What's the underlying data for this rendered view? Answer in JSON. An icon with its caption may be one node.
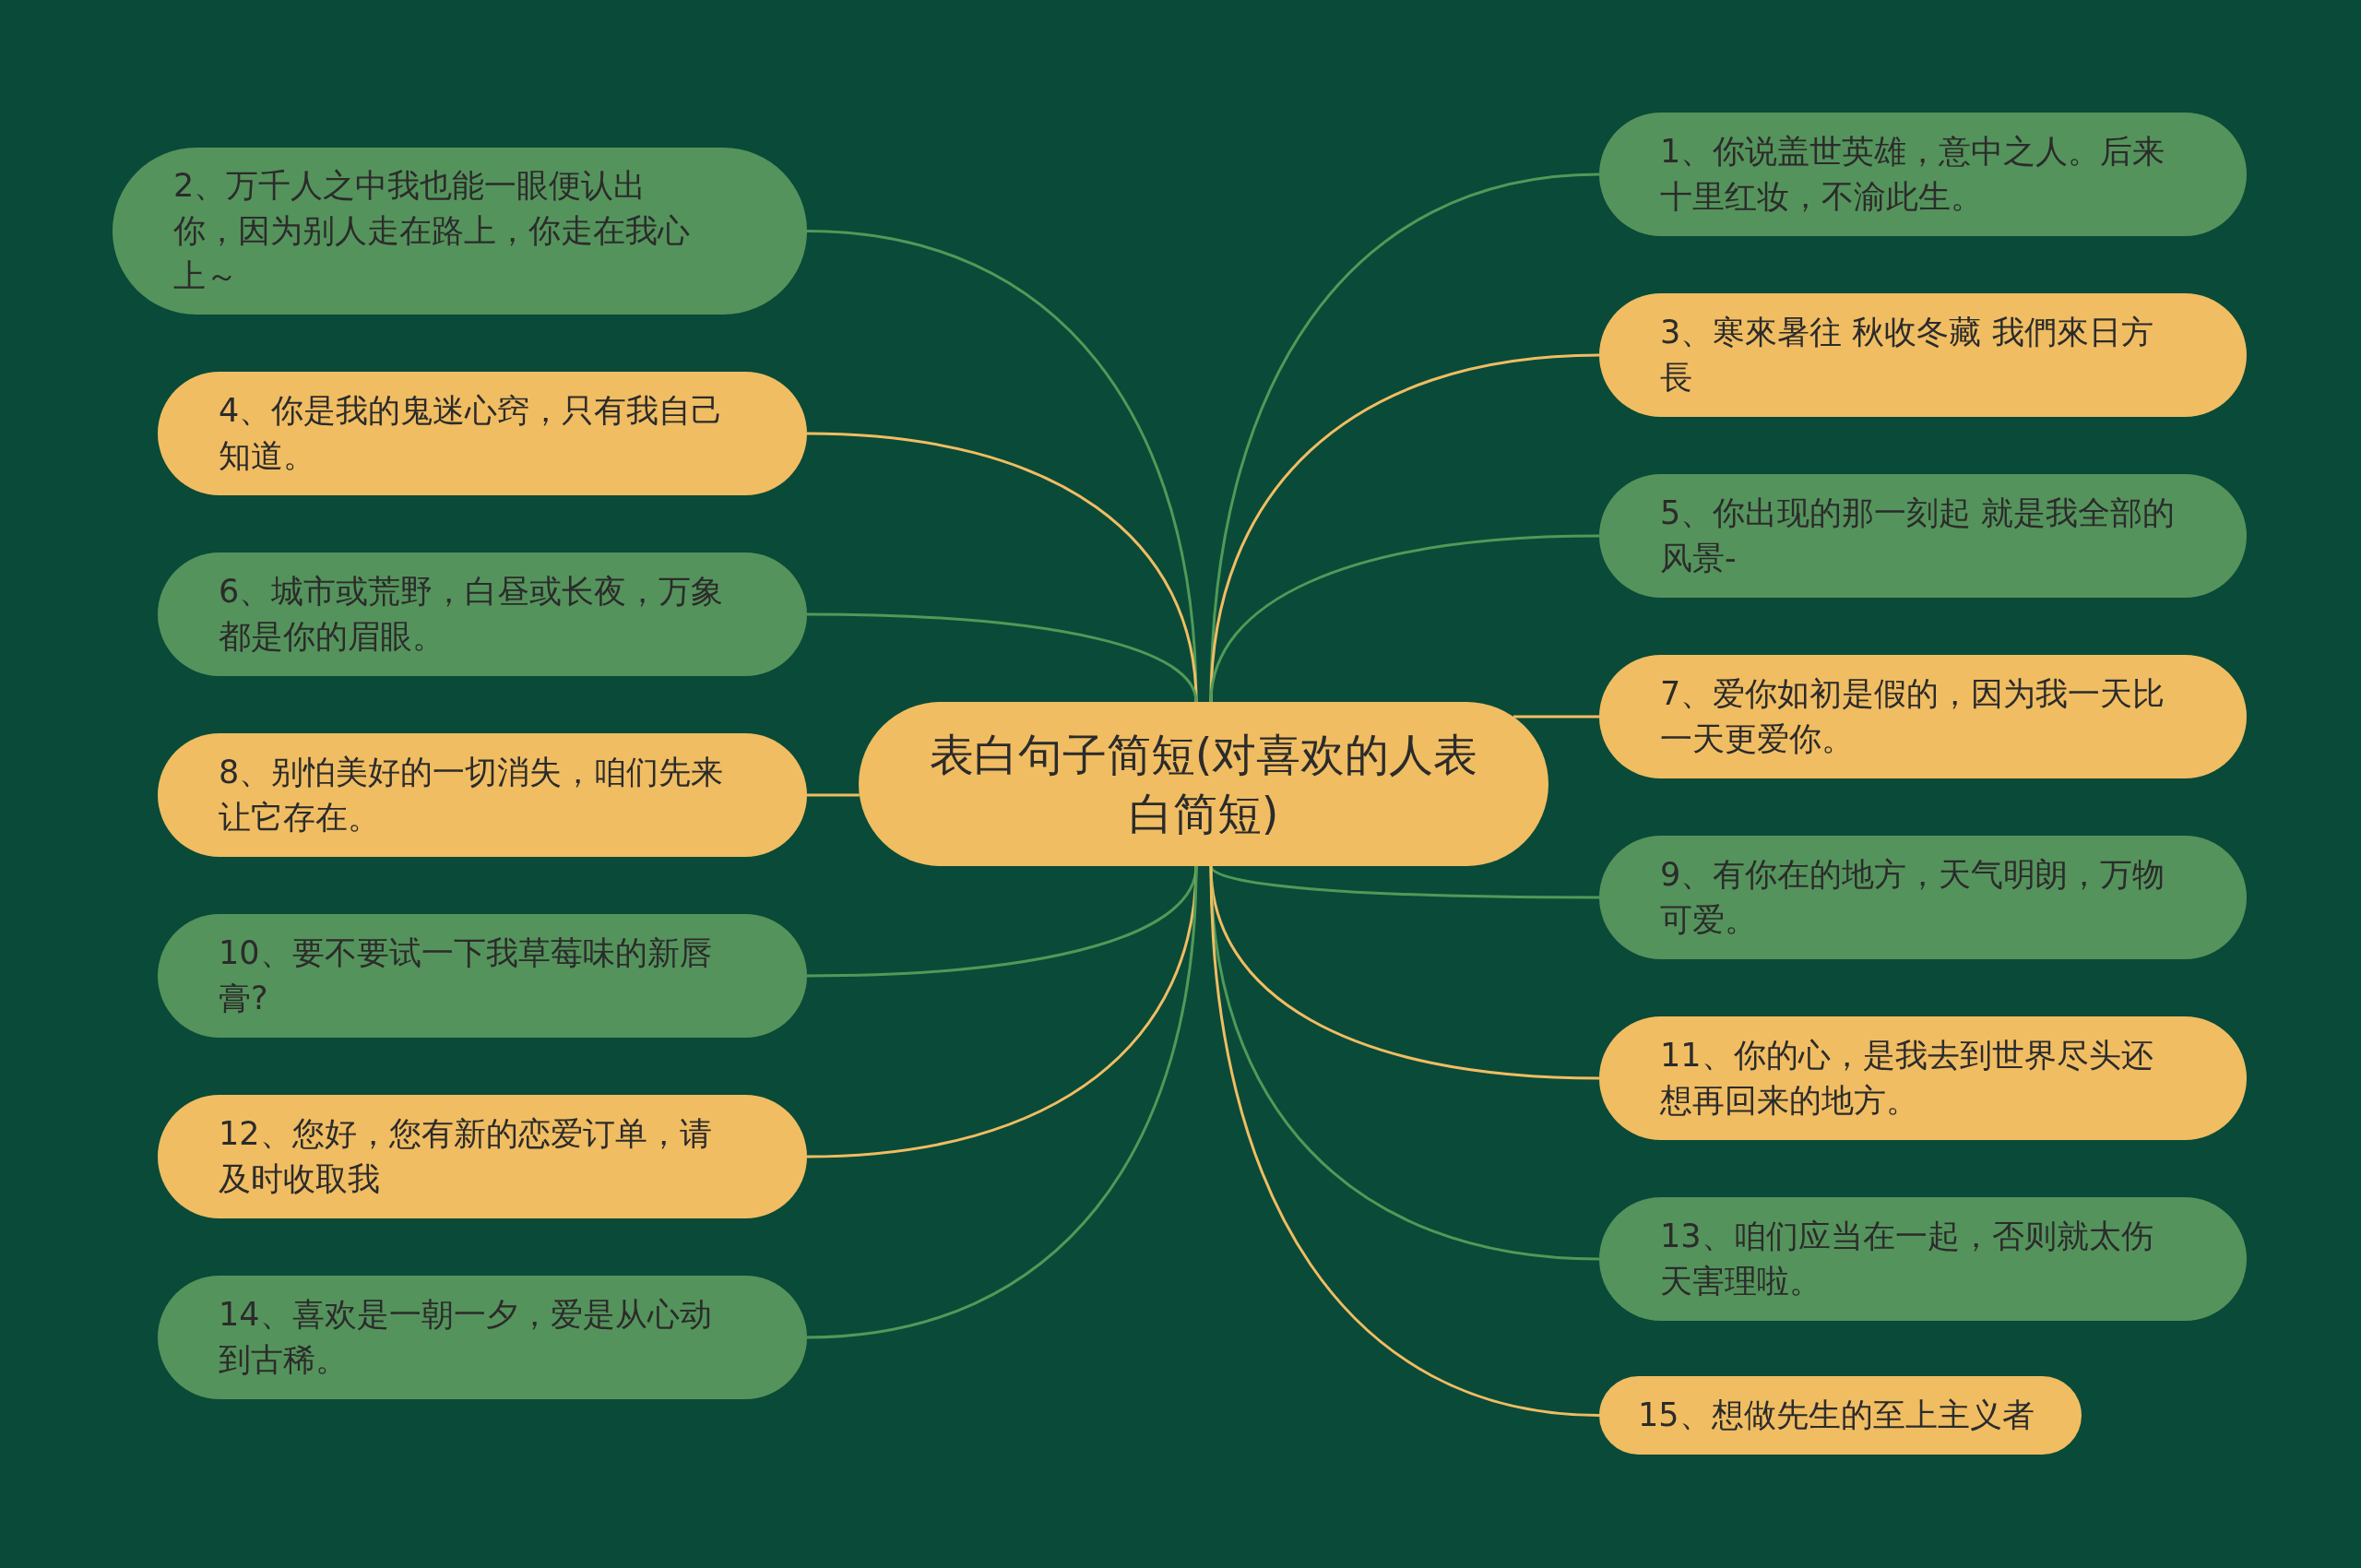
{
  "diagram": {
    "nodes": [
      {
        "text": [
          "表白句子简短(对喜欢的人表白简短)"
        ]
      },
      {
        "text": [
          "1、你说盖世英雄，意中之人。后来十里红妆，不渝此生。"
        ]
      },
      {
        "text": [
          "2、万千人之中我也能一眼便认出你，因为别人走在路上，你走在我心上～"
        ]
      },
      {
        "text": [
          "3、寒來暑往 秋收冬藏 我們來日方長"
        ]
      },
      {
        "text": [
          "4、你是我的鬼迷心窍，只有我自己知道。"
        ]
      },
      {
        "text": [
          "5、你出现的那一刻起 就是我全部的风景-"
        ]
      },
      {
        "text": [
          "6、城市或荒野，白昼或长夜，万象都是你的眉眼。"
        ]
      },
      {
        "text": [
          "7、爱你如初是假的，因为我一天比一天更爱你。"
        ]
      },
      {
        "text": [
          "8、别怕美好的一切消失，咱们先来让它存在。"
        ]
      },
      {
        "text": [
          "9、有你在的地方，天气明朗，万物可爱。"
        ]
      },
      {
        "text": [
          "10、要不要试一下我草莓味的新唇膏?"
        ]
      },
      {
        "text": [
          "11、你的心，是我去到世界尽头还想再回来的地方。"
        ]
      },
      {
        "text": [
          "12、您好，您有新的恋爱订单，请及时收取我"
        ]
      },
      {
        "text": [
          "13、咱们应当在一起，否则就太伤天害理啦。"
        ]
      },
      {
        "text": [
          "14、喜欢是一朝一夕，爱是从心动到古稀。"
        ]
      },
      {
        "text": [
          "15、想做先生的至上主义者"
        ]
      }
    ],
    "edges": [
      {
        "from": 0,
        "to": 1,
        "arrow": "none"
      },
      {
        "from": 0,
        "to": 2,
        "arrow": "none"
      },
      {
        "from": 0,
        "to": 3,
        "arrow": "none",
        "color": "#f0bd62"
      },
      {
        "from": 0,
        "to": 4,
        "arrow": "none",
        "color": "#f0bd62"
      },
      {
        "from": 0,
        "to": 5,
        "arrow": "none"
      },
      {
        "from": 0,
        "to": 6,
        "arrow": "none"
      },
      {
        "from": 0,
        "to": 7,
        "arrow": "none",
        "color": "#f0bd62"
      },
      {
        "from": 0,
        "to": 8,
        "arrow": "none",
        "color": "#f0bd62"
      },
      {
        "from": 0,
        "to": 9,
        "arrow": "none"
      },
      {
        "from": 0,
        "to": 10,
        "arrow": "none"
      },
      {
        "from": 0,
        "to": 11,
        "arrow": "none",
        "color": "#f0bd62"
      },
      {
        "from": 0,
        "to": 12,
        "arrow": "none",
        "color": "#f0bd62"
      },
      {
        "from": 0,
        "to": 13,
        "arrow": "none"
      },
      {
        "from": 0,
        "to": 14,
        "arrow": "none"
      },
      {
        "from": 0,
        "to": 15,
        "arrow": "none",
        "color": "#f0bd62"
      }
    ]
  }
}
